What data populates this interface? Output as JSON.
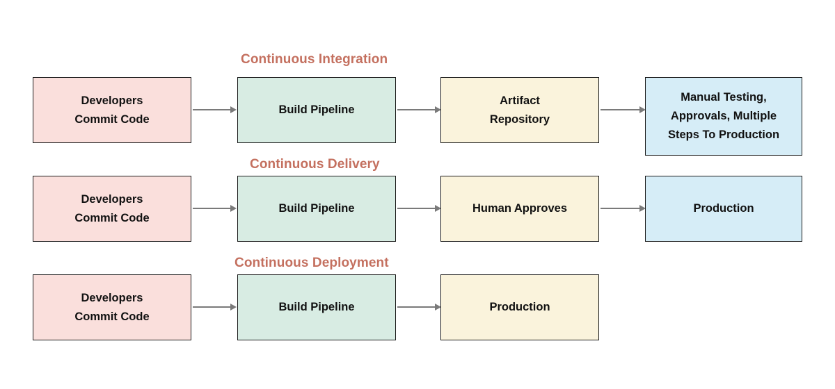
{
  "diagram": {
    "title_color": "#c4705f",
    "background": "#ffffff",
    "connector_color": "#7a7a7a",
    "border_color": "#1a1a1a",
    "rows": [
      {
        "title": "Continuous Integration",
        "nodes": [
          {
            "line1": "Developers",
            "line2": "Commit Code",
            "fill": "#fadfdc",
            "color_name": "pink"
          },
          {
            "line1": "Build Pipeline",
            "line2": "",
            "fill": "#d8ece3",
            "color_name": "green"
          },
          {
            "line1": "Artifact",
            "line2": "Repository",
            "fill": "#faf3dc",
            "color_name": "yellow"
          },
          {
            "line1": "Manual Testing,",
            "line2": "Approvals, Multiple",
            "line3": "Steps To Production",
            "fill": "#d6edf7",
            "color_name": "blue"
          }
        ]
      },
      {
        "title": "Continuous Delivery",
        "nodes": [
          {
            "line1": "Developers",
            "line2": "Commit Code",
            "fill": "#fadfdc",
            "color_name": "pink"
          },
          {
            "line1": "Build Pipeline",
            "line2": "",
            "fill": "#d8ece3",
            "color_name": "green"
          },
          {
            "line1": "Human Approves",
            "line2": "",
            "fill": "#faf3dc",
            "color_name": "yellow"
          },
          {
            "line1": "Production",
            "line2": "",
            "fill": "#d6edf7",
            "color_name": "blue"
          }
        ]
      },
      {
        "title": "Continuous Deployment",
        "nodes": [
          {
            "line1": "Developers",
            "line2": "Commit Code",
            "fill": "#fadfdc",
            "color_name": "pink"
          },
          {
            "line1": "Build Pipeline",
            "line2": "",
            "fill": "#d8ece3",
            "color_name": "green"
          },
          {
            "line1": "Production",
            "line2": "",
            "fill": "#faf3dc",
            "color_name": "yellow"
          }
        ]
      }
    ]
  }
}
